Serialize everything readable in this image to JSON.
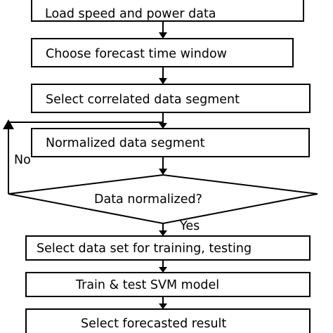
{
  "flowchart": {
    "steps": {
      "load": "Load speed and power data",
      "choose_window": "Choose forecast time window",
      "select_segment": "Select correlated data segment",
      "normalize": "Normalized data segment",
      "select_sets": "Select data set for training, testing",
      "train_test": "Train & test SVM model",
      "select_result": "Select forecasted result"
    },
    "decision": {
      "question": "Data normalized?",
      "no_label": "No",
      "yes_label": "Yes"
    }
  }
}
